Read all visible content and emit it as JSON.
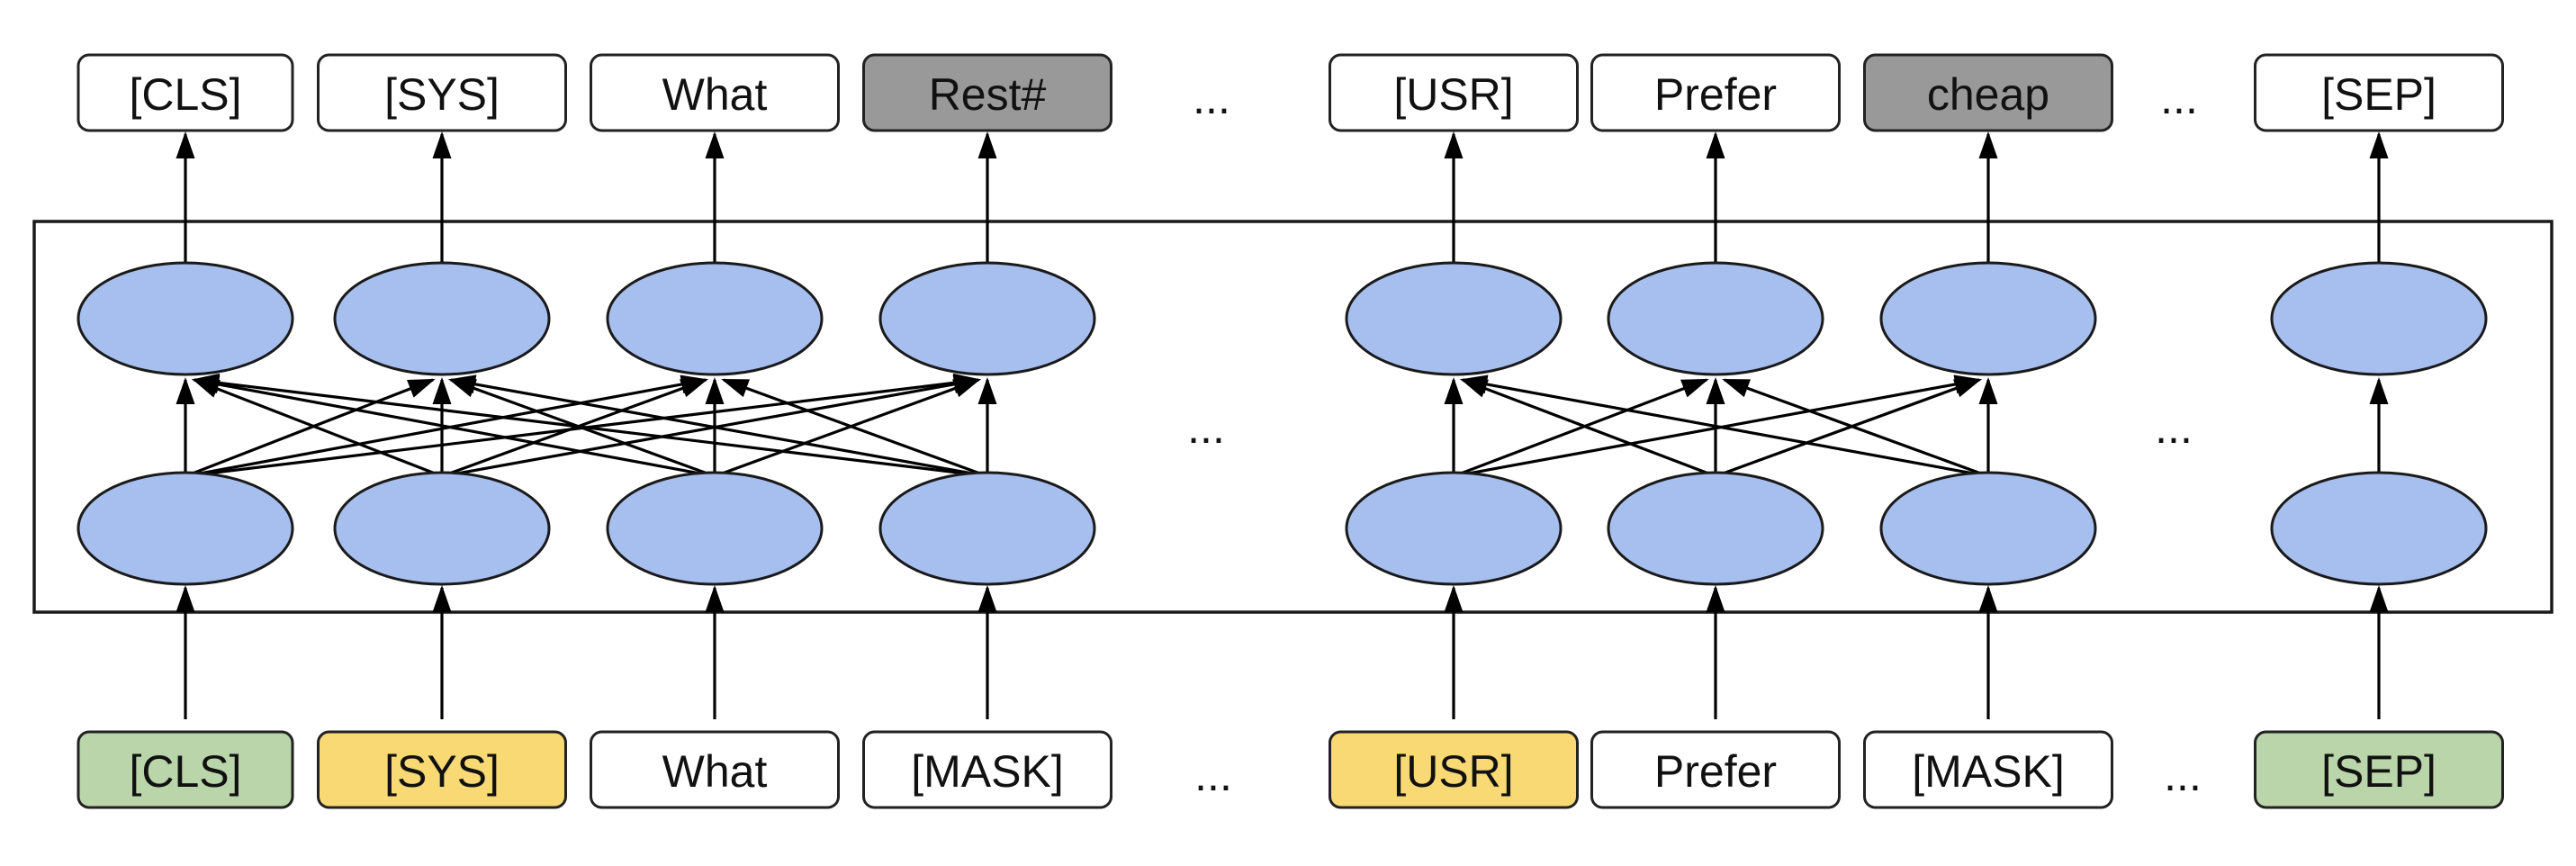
{
  "diagram": {
    "output_tokens": [
      {
        "label": "[CLS]",
        "style": "plain"
      },
      {
        "label": "[SYS]",
        "style": "plain"
      },
      {
        "label": "What",
        "style": "plain"
      },
      {
        "label": "Rest#",
        "style": "masked"
      },
      {
        "label": "[USR]",
        "style": "plain"
      },
      {
        "label": "Prefer",
        "style": "plain"
      },
      {
        "label": "cheap",
        "style": "masked"
      },
      {
        "label": "[SEP]",
        "style": "plain"
      }
    ],
    "input_tokens": [
      {
        "label": "[CLS]",
        "style": "special"
      },
      {
        "label": "[SYS]",
        "style": "speaker"
      },
      {
        "label": "What",
        "style": "plain"
      },
      {
        "label": "[MASK]",
        "style": "plain"
      },
      {
        "label": "[USR]",
        "style": "speaker"
      },
      {
        "label": "Prefer",
        "style": "plain"
      },
      {
        "label": "[MASK]",
        "style": "plain"
      },
      {
        "label": "[SEP]",
        "style": "special"
      }
    ],
    "ellipsis": "...",
    "colors": {
      "plain": "#ffffff",
      "masked": "#999999",
      "special": "#b9d5a9",
      "speaker": "#f8d974",
      "node": "#a7bfee"
    }
  }
}
